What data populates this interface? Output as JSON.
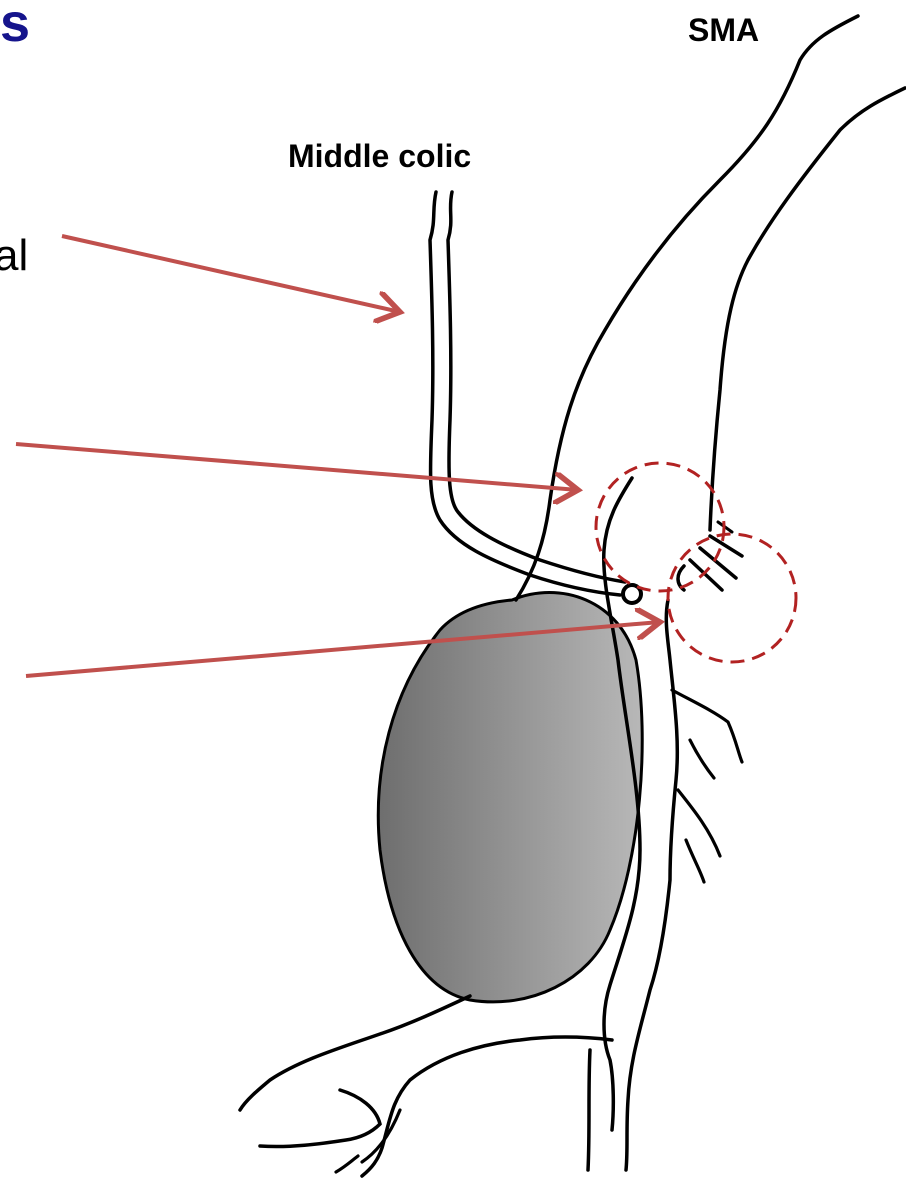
{
  "header": {
    "title_fragment": "s"
  },
  "body": {
    "text_fragment": "al"
  },
  "labels": {
    "sma": "SMA",
    "middle_colic": "Middle colic"
  },
  "colors": {
    "title": "#15148c",
    "arrow": "#c0504d",
    "highlight_circle": "#b22222",
    "vessel_stroke": "#000000",
    "mass_gradient_start": "#6e6e6e",
    "mass_gradient_end": "#b8b8b8"
  }
}
